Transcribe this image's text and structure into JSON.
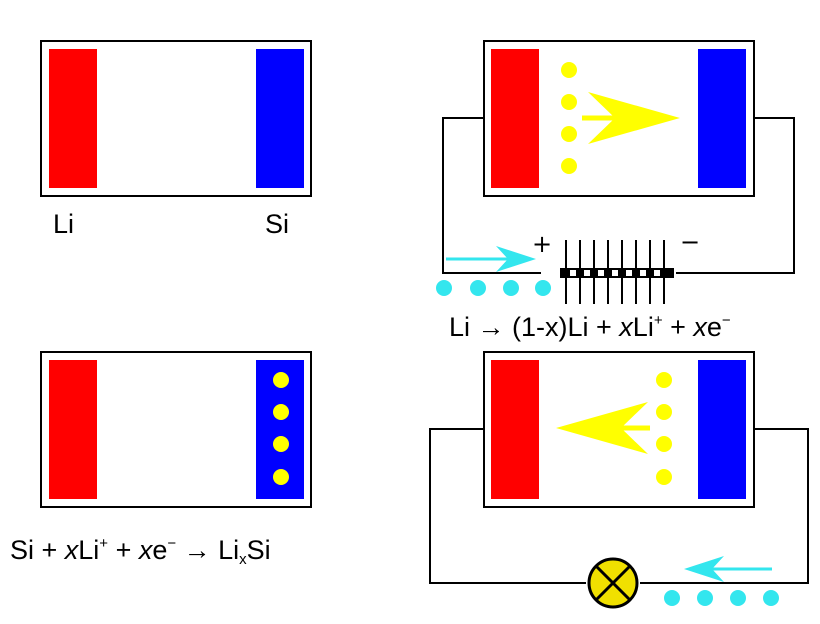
{
  "colors": {
    "lithium": "#ff0000",
    "silicon": "#0000ff",
    "ion": "#ffff00",
    "electron": "#33e6ee",
    "wire": "#000000",
    "lamp": "#f0e000"
  },
  "labels": {
    "li": "Li",
    "si": "Si"
  },
  "battery": {
    "plus": "+",
    "minus": "−"
  },
  "equations": {
    "charge": {
      "part1": "Li → (1-x)Li + ",
      "x1": "x",
      "li": "Li",
      "sup_plus": "+",
      "plus_mid": " + ",
      "x2": "x",
      "e": "e",
      "sup_minus": "−"
    },
    "discharge": {
      "si": "Si + ",
      "x1": "x",
      "li": "Li",
      "sup_plus": "+",
      "plus_mid": " + ",
      "x2": "x",
      "e": "e",
      "sup_minus": "−",
      "arrow": " → Li",
      "sub_x": "x",
      "si_end": "Si"
    }
  },
  "icons": [
    "rightward-arrow-icon",
    "leftward-arrow-icon",
    "lamp-icon",
    "battery-icon"
  ]
}
